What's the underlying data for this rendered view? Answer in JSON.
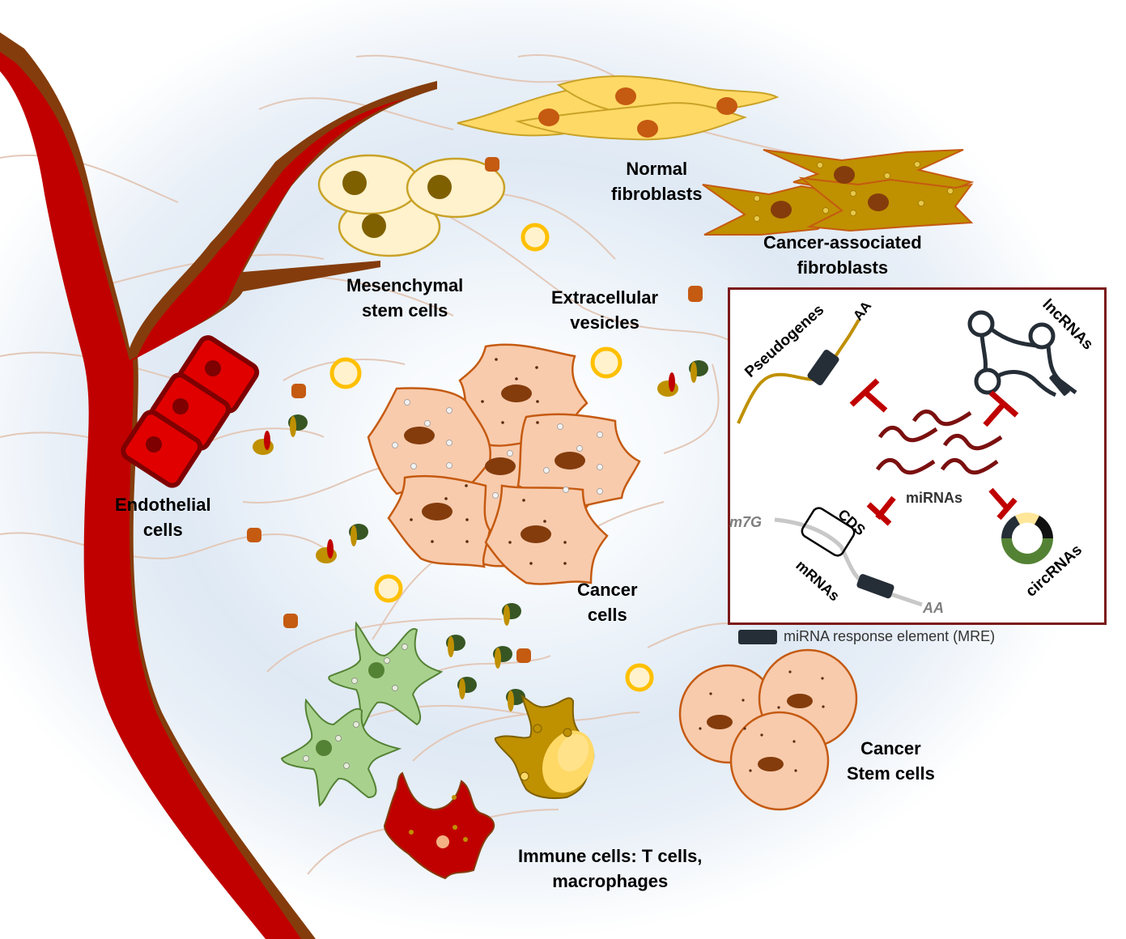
{
  "labels": {
    "normal_fibroblasts": [
      "Normal",
      "fibroblasts"
    ],
    "caf": [
      "Cancer-associated",
      "fibroblasts"
    ],
    "msc": [
      "Mesenchymal",
      "stem cells"
    ],
    "ev": [
      "Extracellular",
      "vesicles"
    ],
    "endothelial": [
      "Endothelial",
      "cells"
    ],
    "cancer_cells": [
      "Cancer",
      "cells"
    ],
    "csc": [
      "Cancer",
      "Stem cells"
    ],
    "immune": [
      "Immune cells: T cells,",
      "macrophages"
    ]
  },
  "inset": {
    "pseudogenes": "Pseudogenes",
    "pseudo_aa": "AA",
    "lncrnas": "lncRNAs",
    "mirnas": "miRNAs",
    "m7g": "m7G",
    "cds": "CDS",
    "mrnas": "mRNAs",
    "mrna_aa": "AA",
    "circrnas": "circRNAs"
  },
  "legend": {
    "mre": "miRNA response element (MRE)"
  },
  "colors": {
    "vessel": "#c00000",
    "vessel_wall": "#843c0c",
    "inset_border": "#7b1a1a",
    "inhibit": "#c00000",
    "mirna": "#7b1010",
    "mre": "#252d36",
    "circ_green": "#548235",
    "circ_yellow": "#ffe699"
  }
}
